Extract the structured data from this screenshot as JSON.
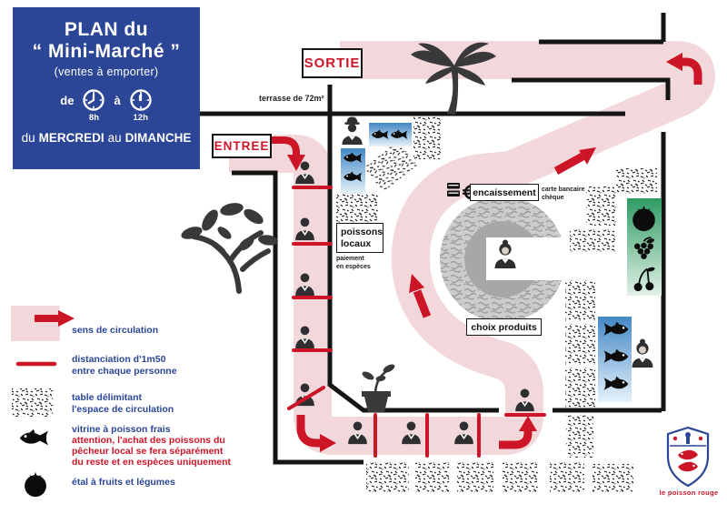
{
  "info_panel": {
    "title_line1": "PLAN du",
    "title_line2": "“ Mini-Marché ”",
    "subtitle": "(ventes à emporter)",
    "hours": {
      "from_label": "de",
      "to_label": "à",
      "start_time": "8h",
      "end_time": "12h"
    },
    "days": {
      "prefix": "du",
      "day_start": "MERCREDI",
      "middle": "au",
      "day_end": "DIMANCHE"
    }
  },
  "plan": {
    "sortie_label": "SORTIE",
    "entree_label": "ENTREE",
    "terrace_label": "terrasse de 72m²",
    "encaissement": {
      "label": "encaissement",
      "note_lines": [
        "carte bancaire",
        "chèque"
      ]
    },
    "poissons_locaux": {
      "label_lines": [
        "poissons",
        "locaux"
      ],
      "note_lines": [
        "paiement",
        "en espèces"
      ]
    },
    "choix_produits_label": "choix produits"
  },
  "legend": {
    "items": [
      {
        "label_lines": [
          "sens de circulation"
        ]
      },
      {
        "label_lines": [
          "distanciation d'1m50",
          "entre chaque personne"
        ]
      },
      {
        "label_lines": [
          "table délimitant",
          "l'espace de circulation"
        ]
      },
      {
        "label_lines": [
          "vitrine à poisson frais"
        ],
        "warning_lines": [
          "attention, l'achat des poissons du",
          "pêcheur local se fera séparément",
          "du reste et en espèces uniquement"
        ]
      },
      {
        "label_lines": [
          "étal à fruits et légumes"
        ]
      }
    ]
  },
  "logo": {
    "caption": "le poisson rouge"
  },
  "colors": {
    "brand_blue": "#2b4697",
    "accent_red": "#cc1527",
    "path_pink": "#f3d8db",
    "wall_black": "#151515",
    "panel_blue": "#4288c6",
    "panel_green": "#2f9b63",
    "stall_grey": "#cccccc"
  },
  "icons": {
    "palm": "palm-tree-icon",
    "tree": "tree-icon",
    "plant": "plant-pot-icon",
    "person": "person-icon",
    "fisherman": "fisherman-icon",
    "vendor": "vendor-woman-icon",
    "fish": "fish-icon",
    "tomato": "tomato-icon",
    "grapes": "grapes-icon",
    "cherries": "cherries-icon",
    "card": "credit-card-euro-icon",
    "clock": "clock-icon",
    "arrow": "direction-arrow-icon",
    "crest": "shield-crest-icon"
  }
}
